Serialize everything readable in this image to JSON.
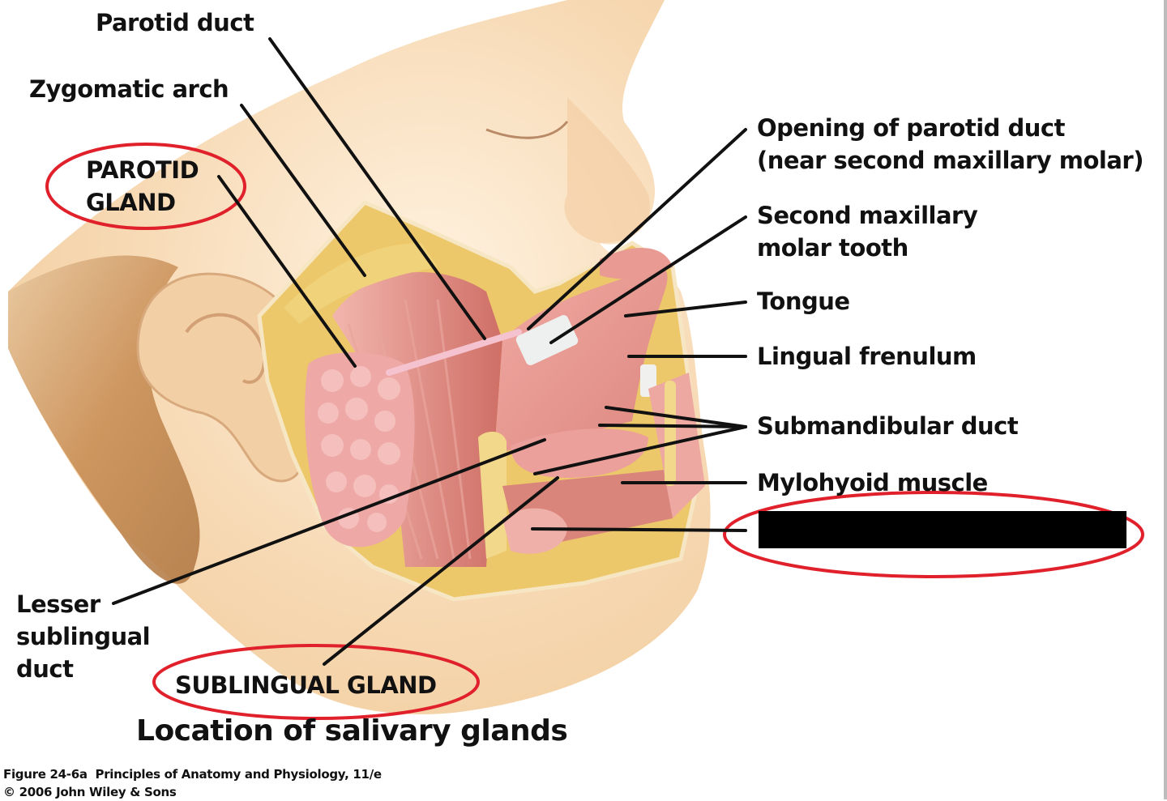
{
  "figure": {
    "title": "Location of salivary glands",
    "credit_line1": "Figure 24-6a  Principles of Anatomy and Physiology, 11/e",
    "credit_line2": "© 2006 John Wiley & Sons"
  },
  "labels": {
    "parotid_duct": "Parotid duct",
    "zygomatic_arch": "Zygomatic arch",
    "parotid_gland": "PAROTID\nGLAND",
    "opening_parotid_duct": "Opening of parotid duct\n(near second maxillary molar)",
    "second_molar": "Second maxillary\nmolar tooth",
    "tongue": "Tongue",
    "lingual_frenulum": "Lingual frenulum",
    "submandibular_duct": "Submandibular duct",
    "mylohyoid_muscle": "Mylohyoid muscle",
    "submandibular_gland_redacted": "",
    "lesser_sublingual_duct": "Lesser\nsublingual\nduct",
    "sublingual_gland": "SUBLINGUAL GLAND"
  },
  "highlights": {
    "circle_color": "#e0202a",
    "redaction_color": "#000000",
    "circled": [
      "PAROTID GLAND",
      "SUBLINGUAL GLAND",
      "redacted label (submandibular gland)"
    ]
  },
  "colors": {
    "skin": "#f5d9b4",
    "hair": "#c08a55",
    "muscle": "#d9827a",
    "gland": "#eea7a3",
    "fat": "#e8c45f",
    "leader": "#111111"
  }
}
